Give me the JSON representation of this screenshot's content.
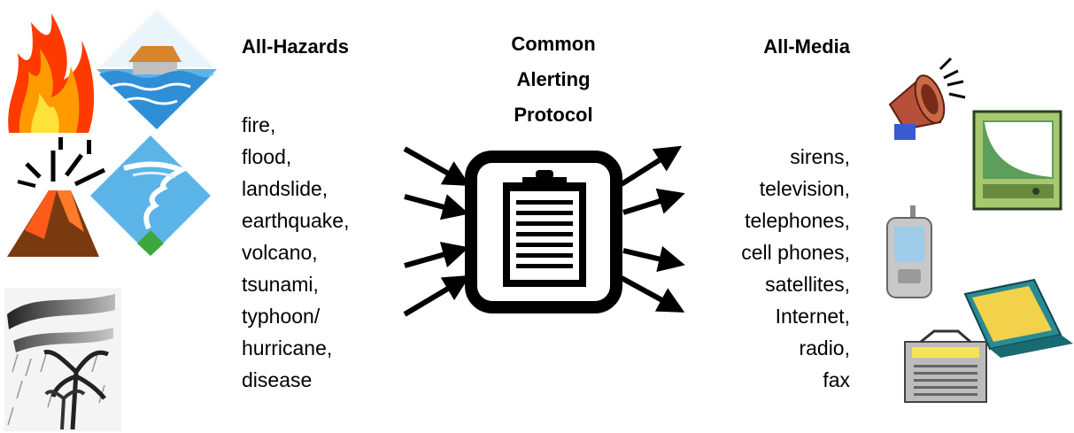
{
  "headings": {
    "hazards": "All-Hazards",
    "cap": [
      "Common",
      "Alerting",
      "Protocol"
    ],
    "media": "All-Media"
  },
  "hazards": [
    "fire,",
    "flood,",
    "landslide,",
    "earthquake,",
    "volcano,",
    "tsunami,",
    "typhoon/",
    "hurricane,",
    "disease"
  ],
  "media": [
    "sirens,",
    "television,",
    "telephones,",
    "cell phones,",
    "satellites,",
    "Internet,",
    "radio,",
    "fax"
  ],
  "icons": {
    "hazard_images": [
      "fire-icon",
      "flood-house-icon",
      "volcano-icon",
      "tornado-icon",
      "storm-icon"
    ],
    "center": "clipboard-icon",
    "media_images": [
      "siren-megaphone-icon",
      "television-icon",
      "cell-phone-icon",
      "laptop-icon",
      "radio-icon"
    ]
  },
  "colors": {
    "text": "#000000",
    "fire": "#ff6a00",
    "water": "#3aa0e0",
    "diamond": "#5ab4e8",
    "lava": "#e05a1a",
    "tv_green": "#5d9e5a",
    "laptop_teal": "#2a8a94",
    "laptop_screen": "#f2d24a"
  }
}
